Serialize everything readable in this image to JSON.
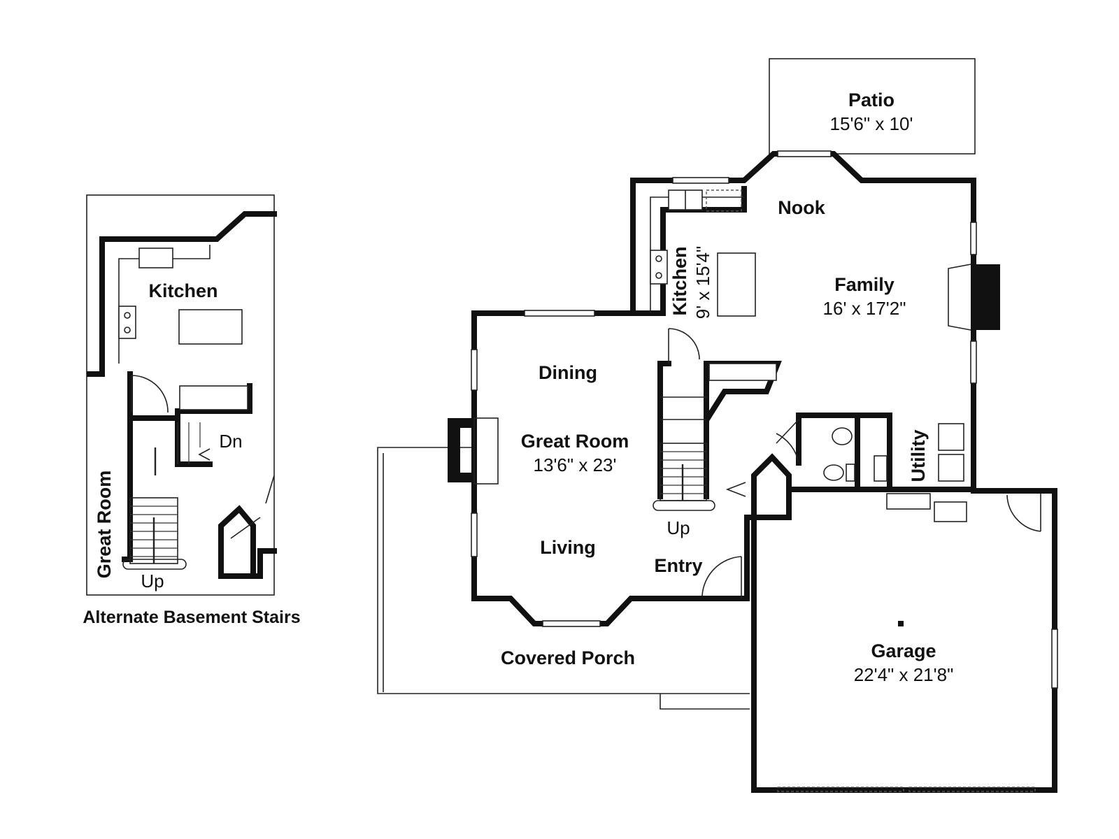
{
  "main_plan": {
    "rooms": {
      "patio": {
        "name": "Patio",
        "dims": "15'6\" x 10'"
      },
      "nook": {
        "name": "Nook"
      },
      "kitchen": {
        "name": "Kitchen",
        "dims": "9' x 15'4\""
      },
      "family": {
        "name": "Family",
        "dims": "16' x 17'2\""
      },
      "dining": {
        "name": "Dining"
      },
      "great_room": {
        "name": "Great Room",
        "dims": "13'6\" x 23'"
      },
      "living": {
        "name": "Living"
      },
      "entry": {
        "name": "Entry"
      },
      "utility": {
        "name": "Utility"
      },
      "covered_porch": {
        "name": "Covered Porch"
      },
      "garage": {
        "name": "Garage",
        "dims": "22'4\" x 21'8\""
      }
    },
    "stairs_label": "Up"
  },
  "alternate_plan": {
    "kitchen": "Kitchen",
    "great_room": "Great Room",
    "down_label": "Dn",
    "up_label": "Up",
    "caption": "Alternate Basement Stairs"
  }
}
